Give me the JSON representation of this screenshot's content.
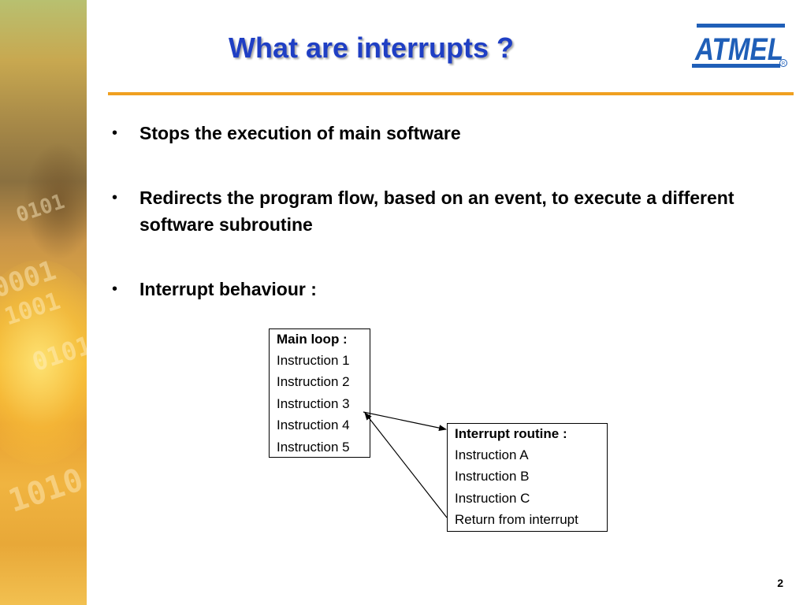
{
  "slide": {
    "title": "What are interrupts ?",
    "logo_text": "ATMEL",
    "logo_mark": "R",
    "page_number": "2",
    "colors": {
      "title": "#1f3fc4",
      "rule": "#f0a020",
      "logo": "#1f5fb8"
    }
  },
  "bullets": [
    {
      "marker": "•",
      "text": "Stops the execution of main software"
    },
    {
      "marker": "•",
      "text": "Redirects the program flow, based on an event, to execute a different software subroutine"
    },
    {
      "marker": "•",
      "text": "Interrupt behaviour :"
    }
  ],
  "diagram": {
    "main_loop": {
      "header": "Main loop :",
      "lines": [
        "Instruction 1",
        "Instruction 2",
        "Instruction 3",
        "Instruction 4",
        "Instruction 5"
      ]
    },
    "interrupt_routine": {
      "header": "Interrupt routine :",
      "lines": [
        "Instruction A",
        "Instruction B",
        "Instruction C",
        "Return from interrupt"
      ]
    }
  },
  "decor": {
    "digit_strings": [
      "0101",
      "0001",
      "1001",
      "0101",
      "1010"
    ]
  }
}
